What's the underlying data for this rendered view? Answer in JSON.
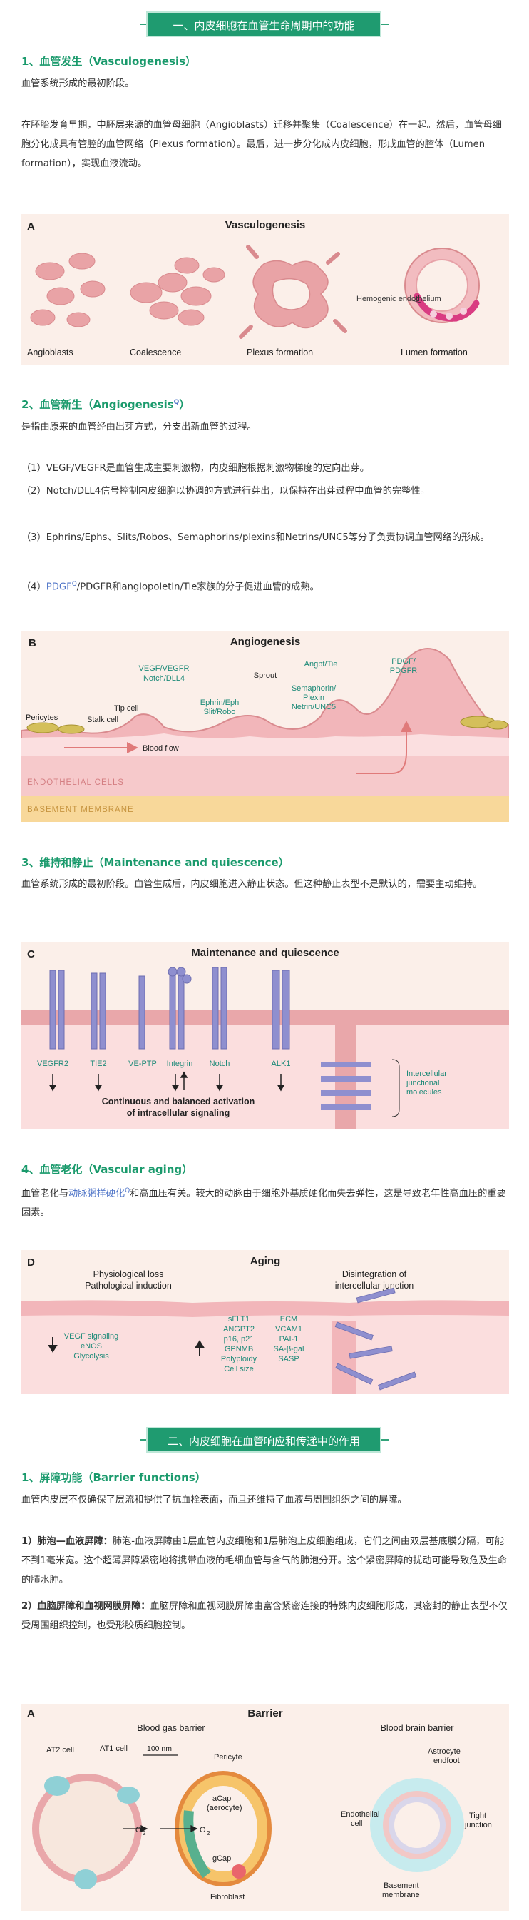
{
  "section1": {
    "banner": "一、内皮细胞在血管生命周期中的功能",
    "vasculogenesis": {
      "heading": "1、血管发生（Vasculogenesis）",
      "p1": "血管系统形成的最初阶段。",
      "p2": "在胚胎发育早期，中胚层来源的血管母细胞（Angioblasts）迁移并聚集（Coalescence）在一起。然后，血管母细胞分化成具有管腔的血管网络（Plexus formation）。最后，进一步分化成内皮细胞，形成血管的腔体（Lumen formation），实现血液流动。",
      "figure": {
        "letter": "A",
        "title": "Vasculogenesis",
        "labels": [
          "Angioblasts",
          "Coalescence",
          "Plexus formation",
          "Lumen formation"
        ],
        "callout": "Hemogenic endothelium"
      }
    },
    "angiogenesis": {
      "heading": "2、血管新生（Angiogenesis",
      "heading_close": "）",
      "p1": "是指由原来的血管经由出芽方式，分支出新血管的过程。",
      "items": [
        "（1）VEGF/VEGFR是血管生成主要刺激物，内皮细胞根据刺激物梯度的定向出芽。",
        "（2）Notch/DLL4信号控制内皮细胞以协调的方式进行芽出，以保持在出芽过程中血管的完整性。",
        "（3）Ephrins/Ephs、Slits/Robos、Semaphorins/plexins和Netrins/UNC5等分子负责协调血管网络的形成。"
      ],
      "item4_prefix": "（4）",
      "item4_link": "PDGF",
      "item4_suffix": "/PDGFR和angiopoietin/Tie家族的分子促进血管的成熟。",
      "figure": {
        "letter": "B",
        "title": "Angiogenesis",
        "labels": {
          "pericytes": "Pericytes",
          "tip_cell": "Tip cell",
          "stalk_cell": "Stalk cell",
          "vegf": "VEGF/VEGFR",
          "notch": "Notch/DLL4",
          "sprout": "Sprout",
          "ephrin": "Ephrin/Eph",
          "slit": "Slit/Robo",
          "angpt": "Angpt/Tie",
          "semaphorin": "Semaphorin/",
          "plexin": "Plexin",
          "netrin": "Netrin/UNC5",
          "pdgf": "PDGF/",
          "pdgfr": "PDGFR",
          "blood_flow": "Blood flow",
          "endothelial": "ENDOTHELIAL CELLS",
          "basement": "BASEMENT MEMBRANE"
        }
      }
    },
    "maintenance": {
      "heading": "3、维持和静止（Maintenance and quiescence）",
      "p1": "血管系统形成的最初阶段。血管生成后，内皮细胞进入静止状态。但这种静止表型不是默认的，需要主动维持。",
      "figure": {
        "letter": "C",
        "title": "Maintenance and quiescence",
        "receptors": [
          "VEGFR2",
          "TIE2",
          "VE-PTP",
          "Integrin",
          "Notch",
          "ALK1"
        ],
        "caption1": "Continuous and balanced activation",
        "caption2": "of intracellular signaling",
        "junction1": "Intercellular",
        "junction2": "junctional",
        "junction3": "molecules"
      }
    },
    "aging": {
      "heading": "4、血管老化（Vascular aging）",
      "p1_prefix": "血管老化与",
      "p1_link": "动脉粥样硬化",
      "p1_suffix": "和高血压有关。较大的动脉由于细胞外基质硬化而失去弹性，这是导致老年性高血压的重要因素。",
      "figure": {
        "letter": "D",
        "title": "Aging",
        "left1": "Physiological loss",
        "left2": "Pathological induction",
        "right1": "Disintegration of",
        "right2": "intercellular junction",
        "down_list": [
          "VEGF signaling",
          "eNOS",
          "Glycolysis"
        ],
        "up_col1": [
          "sFLT1",
          "ANGPT2",
          "p16, p21",
          "GPNMB",
          "Polyploidy",
          "Cell size"
        ],
        "up_col2": [
          "ECM",
          "VCAM1",
          "PAI-1",
          "SA-β-gal",
          "SASP"
        ]
      }
    }
  },
  "section2": {
    "banner": "二、内皮细胞在血管响应和传递中的作用",
    "barrier": {
      "heading": "1、屏障功能（Barrier functions）",
      "p1": "血管内皮层不仅确保了层流和提供了抗血栓表面，而且还维持了血液与周围组织之间的屏障。",
      "p2_bold": "1）肺泡—血液屏障：",
      "p2": "肺泡-血液屏障由1层血管内皮细胞和1层肺泡上皮细胞组成，它们之间由双层基底膜分隔，可能不到1毫米宽。这个超薄屏障紧密地将携带血液的毛细血管与含气的肺泡分开。这个紧密屏障的扰动可能导致危及生命的肺水肿。",
      "p3_bold": "2）血脑屏障和血视网膜屏障：",
      "p3": "血脑屏障和血视网膜屏障由富含紧密连接的特殊内皮细胞形成，其密封的静止表型不仅受周围组织控制，也受形胶质细胞控制。",
      "figure": {
        "letter": "A",
        "title": "Barrier",
        "left_title": "Blood gas barrier",
        "right_title": "Blood brain barrier",
        "labels": {
          "at2": "AT2 cell",
          "at1": "AT1 cell",
          "nm": "100 nm",
          "pericyte": "Pericyte",
          "acap": "aCap",
          "aerocyte": "(aerocyte)",
          "o2a": "O",
          "o2b": "O",
          "gcap": "gCap",
          "fibroblast": "Fibroblast",
          "astrocyte": "Astrocyte",
          "endfoot": "endfoot",
          "endothelial": "Endothelial",
          "cell": "cell",
          "tight": "Tight",
          "junction": "junction",
          "basement": "Basement",
          "membrane": "membrane"
        }
      }
    }
  },
  "colors": {
    "green": "#1f9b70",
    "heading": "#1a9a6c",
    "link": "#5176c8",
    "figure_bg": "#fbefe9",
    "cell_pink": "#e8a5a8",
    "receptor_purple": "#8f8fcf",
    "teal_label": "#1d8a78"
  }
}
